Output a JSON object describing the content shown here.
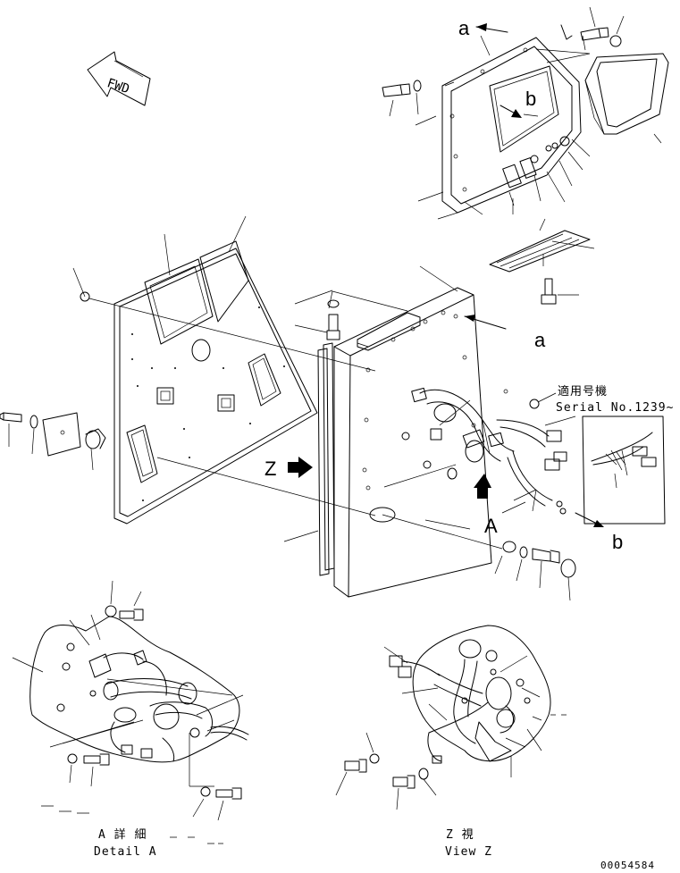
{
  "labels": {
    "fwd": "FWD",
    "a_top": "a",
    "a_right": "a",
    "b_top": "b",
    "b_right": "b",
    "z_arrow": "Z",
    "view_a": "A",
    "serial_jp": "適用号機",
    "serial_en": "Serial No.1239~",
    "detail_jp": "A 詳 細",
    "detail_en": "Detail A",
    "view_jp": "Z 視",
    "view_en": "View Z",
    "drawing_no": "00054584"
  },
  "icons": {
    "fwd": "fwd-arrow-icon",
    "big_arrow": "black-arrow-icon"
  }
}
